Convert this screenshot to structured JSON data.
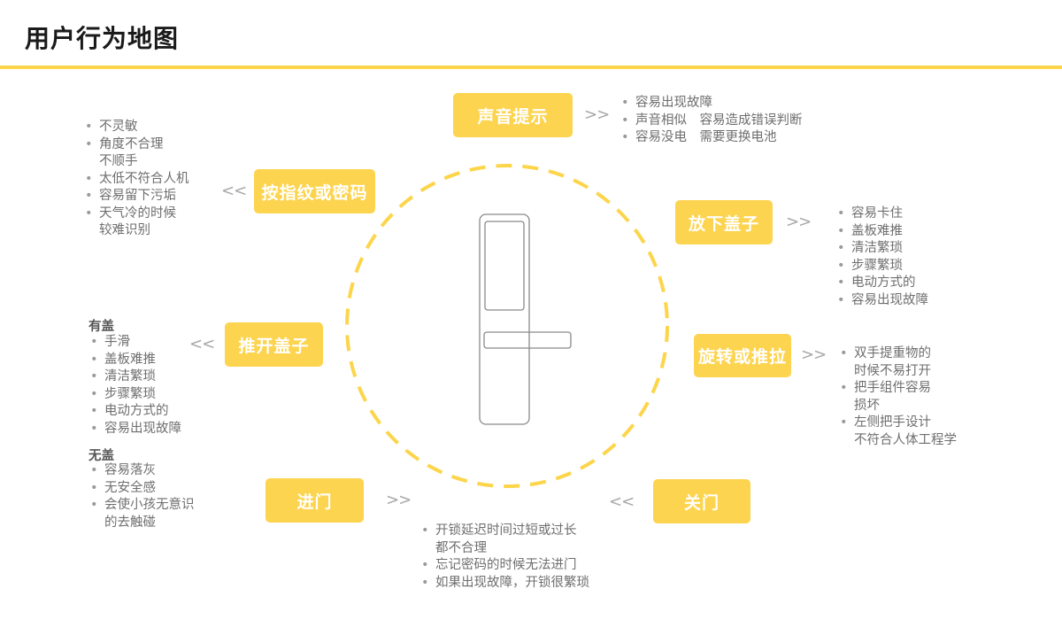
{
  "page": {
    "title": "用户行为地图"
  },
  "colors": {
    "accent": "#fdd44f",
    "line": "#fcd54a",
    "text": "#6e6e6e"
  },
  "nodes": {
    "sound": {
      "label": "声音提示",
      "arrow": ">>",
      "items": [
        "容易出现故障",
        "声音相似　容易造成错误判断",
        "容易没电　需要更换电池"
      ]
    },
    "fingerprint": {
      "label": "按指纹或密码",
      "arrow": "<<",
      "items": [
        "不灵敏",
        "角度不合理",
        "不顺手",
        "太低不符合人机",
        "容易留下污垢",
        "天气冷的时候",
        "较难识别"
      ]
    },
    "close_cover": {
      "label": "放下盖子",
      "arrow": ">>",
      "items": [
        "容易卡住",
        "盖板难推",
        "清洁繁琐",
        "步骤繁琐",
        "电动方式的",
        "容易出现故障"
      ]
    },
    "push_cover": {
      "label": "推开盖子",
      "arrow": "<<",
      "with_cover": {
        "heading": "有盖",
        "items": [
          "手滑",
          "盖板难推",
          "清洁繁琐",
          "步骤繁琐",
          "电动方式的",
          "容易出现故障"
        ]
      },
      "without_cover": {
        "heading": "无盖",
        "items": [
          "容易落灰",
          "无安全感",
          "会使小孩无意识",
          "的去触碰"
        ]
      }
    },
    "rotate": {
      "label": "旋转或推拉",
      "arrow": ">>",
      "items": [
        "双手提重物的",
        "时候不易打开",
        "把手组件容易",
        "损坏",
        "左侧把手设计",
        "不符合人体工程学"
      ]
    },
    "enter": {
      "label": "进门",
      "arrow": ">>",
      "items": [
        "开锁延迟时间过短或过长",
        "都不合理",
        "忘记密码的时候无法进门",
        "如果出现故障，开锁很繁琐"
      ]
    },
    "close_door": {
      "label": "关门",
      "arrow": "<<"
    }
  }
}
